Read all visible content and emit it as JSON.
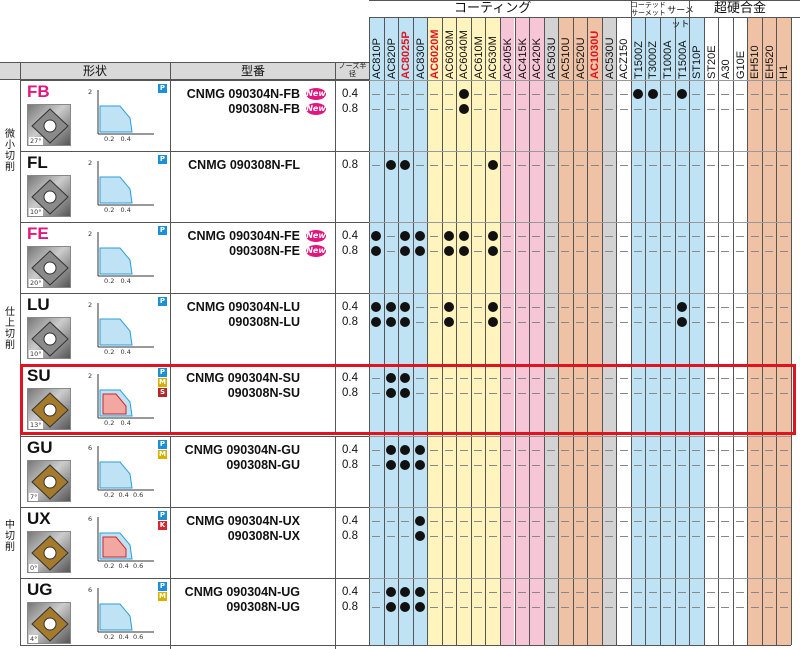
{
  "top_headers": {
    "coating": "コーティング",
    "cermet": "コーテッドサーメット",
    "cermet2": "サーメット",
    "carbide": "超硬合金"
  },
  "col_headers": {
    "shape": "形状",
    "part": "型番",
    "nose": "ノーズ半径"
  },
  "grades": [
    {
      "name": "AC810P",
      "color": "#bfe3f4",
      "red": false
    },
    {
      "name": "AC820P",
      "color": "#bfe3f4",
      "red": false
    },
    {
      "name": "AC8025P",
      "color": "#bfe3f4",
      "red": true
    },
    {
      "name": "AC830P",
      "color": "#bfe3f4",
      "red": false
    },
    {
      "name": "AC6020M",
      "color": "#fff4bd",
      "red": true
    },
    {
      "name": "AC6030M",
      "color": "#fff4bd",
      "red": false
    },
    {
      "name": "AC6040M",
      "color": "#fff4bd",
      "red": false
    },
    {
      "name": "AC610M",
      "color": "#fff4bd",
      "red": false
    },
    {
      "name": "AC630M",
      "color": "#fff4bd",
      "red": false
    },
    {
      "name": "AC405K",
      "color": "#f6c5d6",
      "red": false
    },
    {
      "name": "AC415K",
      "color": "#f6c5d6",
      "red": false
    },
    {
      "name": "AC420K",
      "color": "#f6c5d6",
      "red": false
    },
    {
      "name": "AC503U",
      "color": "#d3d3d3",
      "red": false
    },
    {
      "name": "AC510U",
      "color": "#efc2a6",
      "red": false
    },
    {
      "name": "AC520U",
      "color": "#efc2a6",
      "red": false
    },
    {
      "name": "AC1030U",
      "color": "#efc2a6",
      "red": true
    },
    {
      "name": "AC530U",
      "color": "#d3d3d3",
      "red": false
    },
    {
      "name": "ACZ150",
      "color": "#ffffff",
      "red": false
    },
    {
      "name": "T1500Z",
      "color": "#bfe3f4",
      "red": false
    },
    {
      "name": "T3000Z",
      "color": "#bfe3f4",
      "red": false
    },
    {
      "name": "T1000A",
      "color": "#bfe3f4",
      "red": false
    },
    {
      "name": "T1500A",
      "color": "#bfe3f4",
      "red": false
    },
    {
      "name": "ST10P",
      "color": "#bfe3f4",
      "red": false
    },
    {
      "name": "ST20E",
      "color": "#ffffff",
      "red": false
    },
    {
      "name": "A30",
      "color": "#ffffff",
      "red": false
    },
    {
      "name": "G10E",
      "color": "#ffffff",
      "red": false
    },
    {
      "name": "EH510",
      "color": "#efc2a6",
      "red": false
    },
    {
      "name": "EH520",
      "color": "#efc2a6",
      "red": false
    },
    {
      "name": "H1",
      "color": "#efc2a6",
      "red": false
    }
  ],
  "categories": [
    {
      "label": "微小切削"
    },
    {
      "label": "仕上切削"
    },
    {
      "label": "中切削"
    }
  ],
  "rows": [
    {
      "group": "FB",
      "group_color": "#e0177e",
      "angle": "27°",
      "chart_max": "2",
      "chart_x": "0.2   0.4",
      "tags": [
        "P"
      ],
      "parts": [
        {
          "code": "CNMG 090304N-FB",
          "nose": "0.4",
          "new": "New",
          "dots": [
            6,
            18,
            19,
            21
          ]
        },
        {
          "code": "090308N-FB",
          "nose": "0.8",
          "new": "New",
          "dots": [
            6
          ]
        }
      ]
    },
    {
      "group": "FL",
      "group_color": "#111111",
      "angle": "10°",
      "chart_max": "2",
      "chart_x": "0.2   0.4",
      "tags": [
        "P"
      ],
      "parts": [
        {
          "code": "CNMG 090308N-FL",
          "nose": "0.8",
          "new": "",
          "dots": [
            1,
            2,
            8
          ]
        }
      ]
    },
    {
      "group": "FE",
      "group_color": "#e0177e",
      "angle": "20°",
      "chart_max": "2",
      "chart_x": "0.2   0.4",
      "tags": [
        "P"
      ],
      "parts": [
        {
          "code": "CNMG 090304N-FE",
          "nose": "0.4",
          "new": "New",
          "dots": [
            0,
            2,
            3,
            5,
            6,
            8
          ]
        },
        {
          "code": "090308N-FE",
          "nose": "0.8",
          "new": "New",
          "dots": [
            0,
            2,
            3,
            5,
            6,
            8
          ]
        }
      ]
    },
    {
      "group": "LU",
      "group_color": "#111111",
      "angle": "10°",
      "chart_max": "2",
      "chart_x": "0.2   0.4",
      "tags": [
        "P"
      ],
      "parts": [
        {
          "code": "CNMG 090304N-LU",
          "nose": "0.4",
          "new": "",
          "dots": [
            0,
            1,
            2,
            5,
            8,
            21
          ]
        },
        {
          "code": "090308N-LU",
          "nose": "0.8",
          "new": "",
          "dots": [
            0,
            1,
            2,
            5,
            8,
            21
          ]
        }
      ]
    },
    {
      "group": "SU",
      "group_color": "#111111",
      "angle": "13°",
      "chart_max": "2",
      "chart_x": "0.2   0.4",
      "tags": [
        "P",
        "M",
        "S"
      ],
      "parts": [
        {
          "code": "CNMG 090304N-SU",
          "nose": "0.4",
          "new": "",
          "dots": [
            1,
            2
          ]
        },
        {
          "code": "090308N-SU",
          "nose": "0.8",
          "new": "",
          "dots": [
            1,
            2
          ]
        }
      ]
    },
    {
      "group": "GU",
      "group_color": "#111111",
      "angle": "7°",
      "chart_max": "6",
      "chart_x": "0.2  0.4  0.6",
      "tags": [
        "P",
        "M"
      ],
      "parts": [
        {
          "code": "CNMG 090304N-GU",
          "nose": "0.4",
          "new": "",
          "dots": [
            1,
            2,
            3
          ]
        },
        {
          "code": "090308N-GU",
          "nose": "0.8",
          "new": "",
          "dots": [
            1,
            2,
            3
          ]
        }
      ]
    },
    {
      "group": "UX",
      "group_color": "#111111",
      "angle": "0°",
      "chart_max": "6",
      "chart_x": "0.2  0.4  0.6",
      "tags": [
        "P",
        "K"
      ],
      "parts": [
        {
          "code": "CNMG 090304N-UX",
          "nose": "0.4",
          "new": "",
          "dots": [
            3
          ]
        },
        {
          "code": "090308N-UX",
          "nose": "0.8",
          "new": "",
          "dots": [
            3
          ]
        }
      ]
    },
    {
      "group": "UG",
      "group_color": "#111111",
      "angle": "4°",
      "chart_max": "6",
      "chart_x": "0.2  0.4  0.6",
      "tags": [
        "P",
        "M"
      ],
      "parts": [
        {
          "code": "CNMG 090304N-UG",
          "nose": "0.4",
          "new": "",
          "dots": [
            1,
            2,
            3
          ]
        },
        {
          "code": "090308N-UG",
          "nose": "0.8",
          "new": "",
          "dots": [
            1,
            2,
            3
          ]
        }
      ]
    }
  ],
  "highlight_group": "SU",
  "tag_colors": {
    "P": "#1c8fd6",
    "M": "#d9b000",
    "S": "#b5262b",
    "K": "#d8262c"
  }
}
